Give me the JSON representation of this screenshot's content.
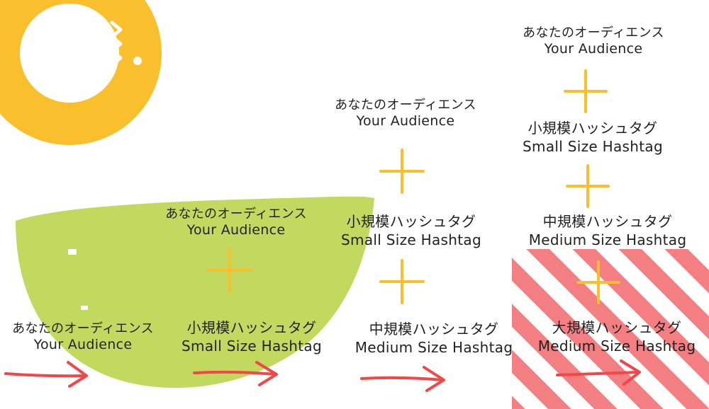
{
  "colors": {
    "ring": "#f9bf2c",
    "blob": "#c2d95f",
    "stripes": "#f37f83",
    "plus": "#f9bf2c",
    "arrow": "#f04848",
    "text": "#222222"
  },
  "columns": [
    {
      "audience": {
        "jp": "あなたのオーディエンス",
        "en": "Your Audience"
      }
    },
    {
      "audience": {
        "jp": "あなたのオーディエンス",
        "en": "Your Audience"
      },
      "small": {
        "jp": "小規模ハッシュタグ",
        "en": "Small Size Hashtag"
      }
    },
    {
      "audience": {
        "jp": "あなたのオーディエンス",
        "en": "Your Audience"
      },
      "small": {
        "jp": "小規模ハッシュタグ",
        "en": "Small Size Hashtag"
      },
      "medium": {
        "jp": "中規模ハッシュタグ",
        "en": "Medium Size Hashtag"
      }
    },
    {
      "audience": {
        "jp": "あなたのオーディエンス",
        "en": "Your Audience"
      },
      "small": {
        "jp": "小規模ハッシュタグ",
        "en": "Small Size Hashtag"
      },
      "medium": {
        "jp": "中規模ハッシュタグ",
        "en": "Medium Size Hashtag"
      },
      "large": {
        "jp": "大規模ハッシュタグ",
        "en": "Medium Size Hashtag"
      }
    }
  ]
}
